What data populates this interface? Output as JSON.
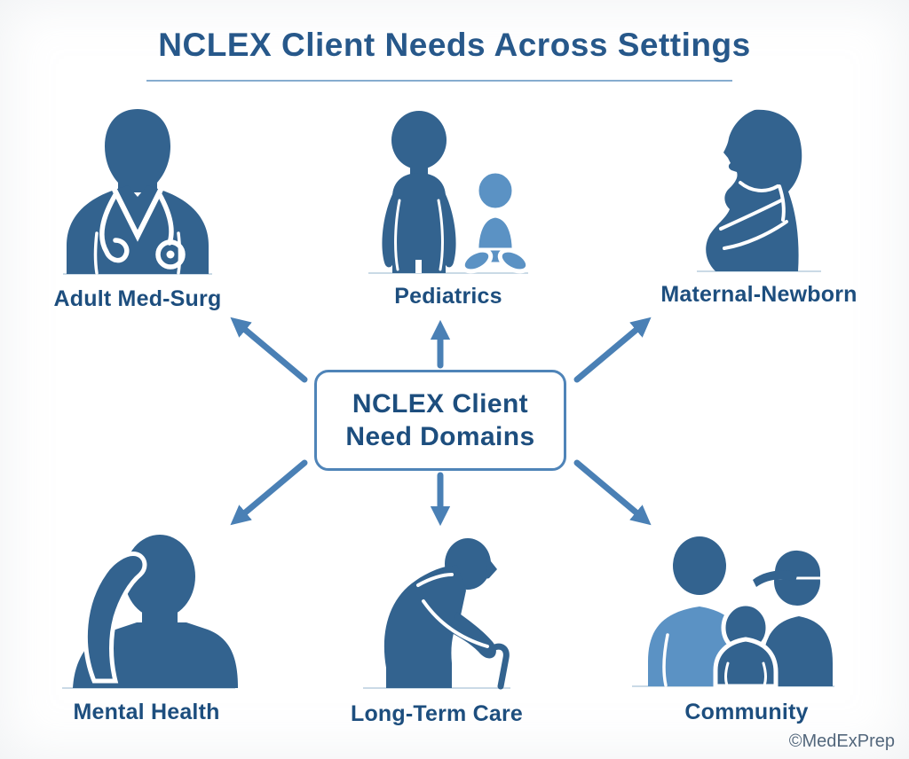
{
  "title": "NCLEX Client Needs Across Settings",
  "center_box": {
    "line1": "NCLEX Client",
    "line2": "Need Domains"
  },
  "nodes": [
    {
      "id": "adult-med-surg",
      "label": "Adult Med-Surg",
      "icon": "nurse-stethoscope-icon",
      "position": "top-left"
    },
    {
      "id": "pediatrics",
      "label": "Pediatrics",
      "icon": "child-and-baby-icon",
      "position": "top-center"
    },
    {
      "id": "maternal-newborn",
      "label": "Maternal-Newborn",
      "icon": "pregnant-woman-icon",
      "position": "top-right"
    },
    {
      "id": "mental-health",
      "label": "Mental Health",
      "icon": "person-hand-on-head-icon",
      "position": "bottom-left"
    },
    {
      "id": "long-term-care",
      "label": "Long-Term Care",
      "icon": "elderly-with-cane-icon",
      "position": "bottom-center"
    },
    {
      "id": "community",
      "label": "Community",
      "icon": "family-group-icon",
      "position": "bottom-right"
    }
  ],
  "arrows": [
    "up-left",
    "up",
    "up-right",
    "down-left",
    "down",
    "down-right"
  ],
  "watermark": "©MedExPrep",
  "colors": {
    "figure_dark": "#33638f",
    "figure_light": "#5b92c4",
    "arrow": "#4a80b5",
    "title_text": "#27588a",
    "label_text": "#1d4e7e",
    "box_border": "#4f84b8",
    "underline": "#86accf",
    "ground_line": "#b9cede",
    "watermark_text": "#53677c"
  }
}
